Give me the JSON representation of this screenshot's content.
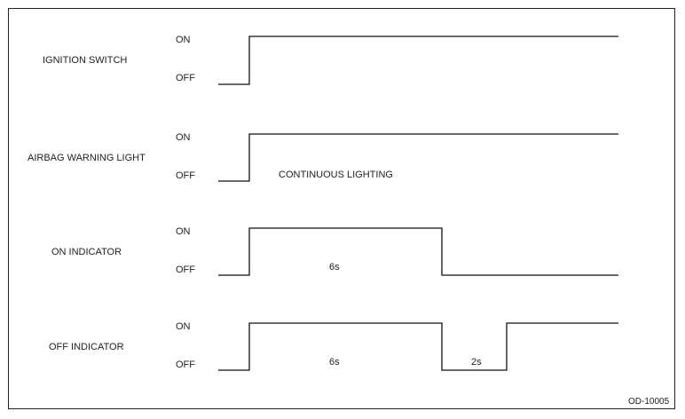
{
  "signals": [
    {
      "name": "IGNITION SWITCH",
      "on_label": "ON",
      "off_label": "OFF",
      "note": "",
      "durations": []
    },
    {
      "name": "AIRBAG WARNING LIGHT",
      "on_label": "ON",
      "off_label": "OFF",
      "note": "CONTINUOUS LIGHTING",
      "durations": []
    },
    {
      "name": "ON INDICATOR",
      "on_label": "ON",
      "off_label": "OFF",
      "note": "",
      "durations": [
        "6s"
      ]
    },
    {
      "name": "OFF INDICATOR",
      "on_label": "ON",
      "off_label": "OFF",
      "note": "",
      "durations": [
        "6s",
        "2s"
      ]
    }
  ],
  "figure_id": "OD-10005",
  "colors": {
    "line": "#111111",
    "text": "#222222",
    "border": "#222222"
  }
}
